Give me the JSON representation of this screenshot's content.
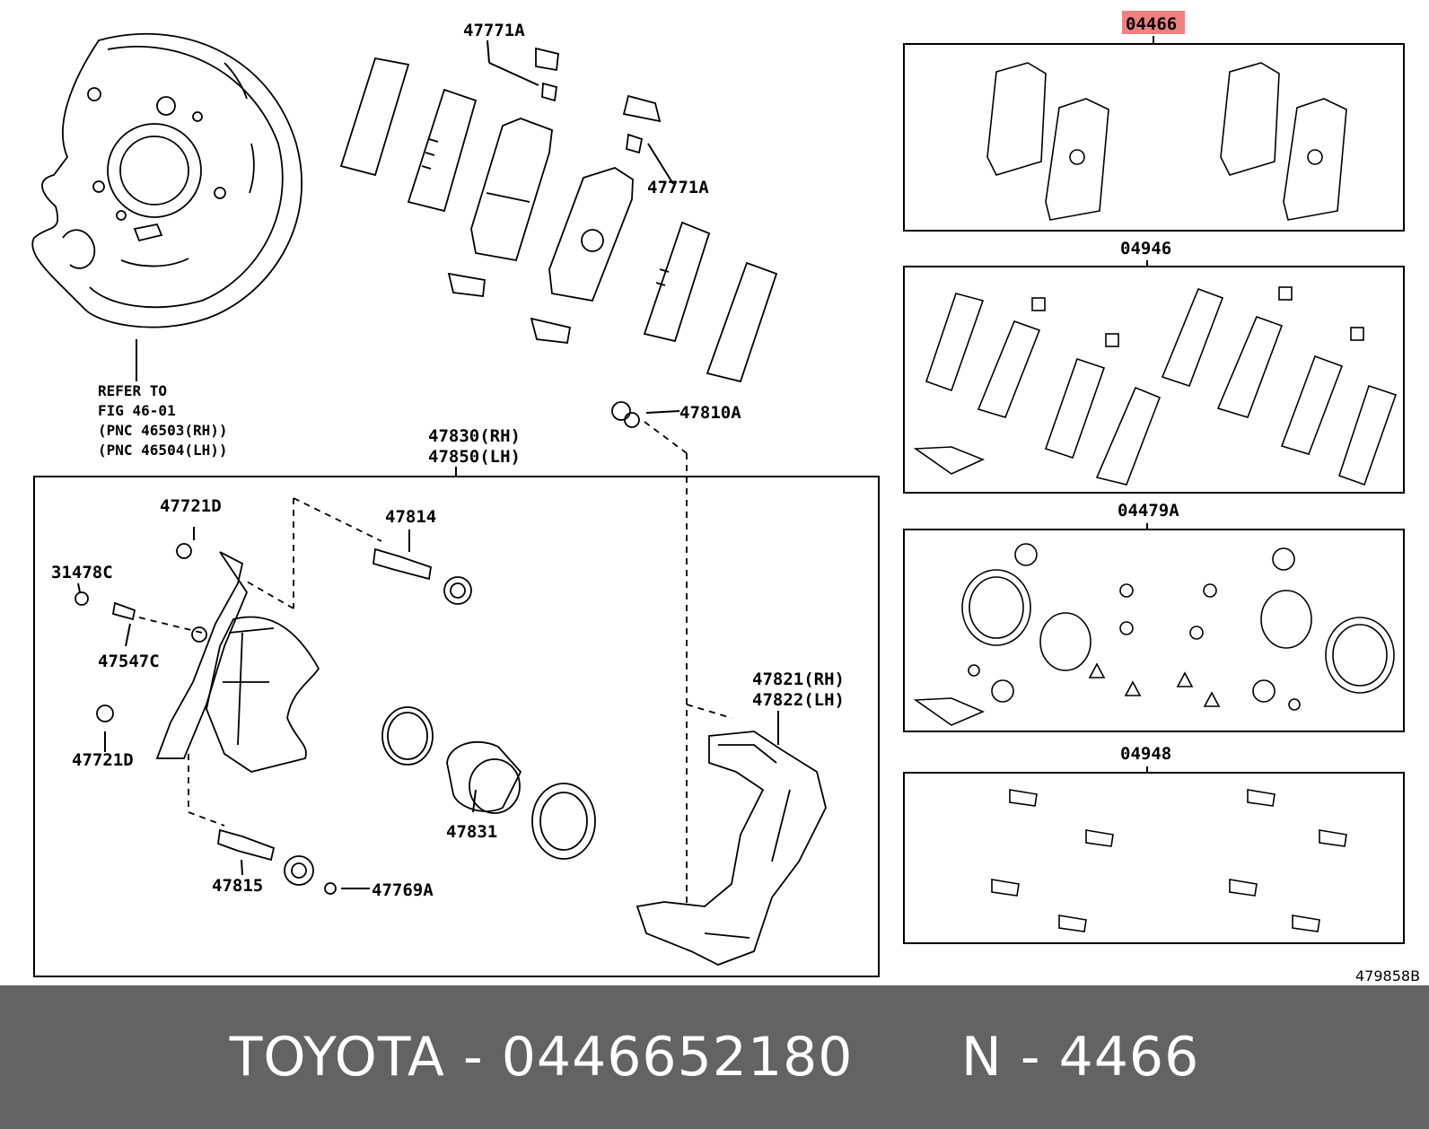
{
  "labels": {
    "kit_04466": "04466",
    "kit_04946": "04946",
    "kit_04479A": "04479A",
    "kit_04948": "04948",
    "p47771A_top": "47771A",
    "p47771A_mid": "47771A",
    "p47810A": "47810A",
    "refer_to": "REFER TO",
    "refer_fig": "FIG 46-01",
    "refer_pnc_rh": "(PNC 46503(RH))",
    "refer_pnc_lh": "(PNC 46504(LH))",
    "p47830": "47830(RH)",
    "p47850": "47850(LH)",
    "p47721D_top": "47721D",
    "p47814": "47814",
    "p31478C": "31478C",
    "p47547C": "47547C",
    "p47721D_bottom": "47721D",
    "p47821": "47821(RH)",
    "p47822": "47822(LH)",
    "p47831": "47831",
    "p47815": "47815",
    "p47769A": "47769A",
    "diagram_code": "479858B"
  },
  "highlight_color": "#f08080",
  "footer": {
    "brand_part": "TOYOTA - 0446652180",
    "ref": "N - 4466"
  }
}
